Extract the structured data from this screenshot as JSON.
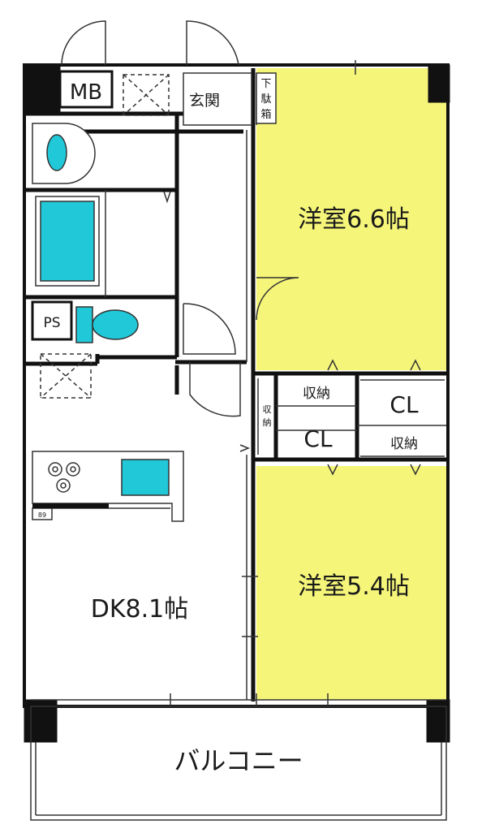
{
  "labels": {
    "mb": "MB",
    "entrance": "玄関",
    "shoe_box": [
      "下",
      "駄",
      "箱"
    ],
    "ps": "PS",
    "bedroom1": "洋室6.6帖",
    "bedroom2": "洋室5.4帖",
    "storage": "収納",
    "storage_vertical": [
      "収",
      "納"
    ],
    "closet": "CL",
    "dk": "DK8.1帖",
    "balcony": "バルコニー",
    "fridge_mark": "89"
  },
  "colors": {
    "wall": "#111111",
    "room_fill": "#f5f57a",
    "fixture_fill": "#20c8d8",
    "line": "#333333"
  }
}
